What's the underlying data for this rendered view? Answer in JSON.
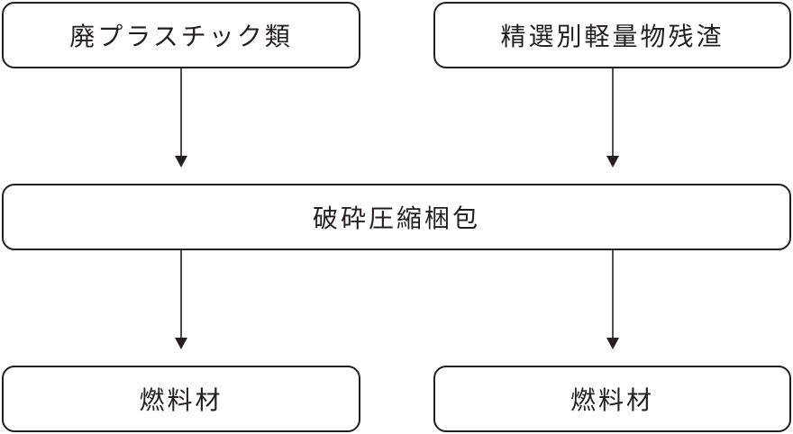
{
  "diagram": {
    "inputs": [
      {
        "label": "廃プラスチック類"
      },
      {
        "label": "精選別軽量物残渣"
      }
    ],
    "process": {
      "label": "破砕圧縮梱包"
    },
    "outputs": [
      {
        "label": "燃料材"
      },
      {
        "label": "燃料材"
      }
    ]
  }
}
